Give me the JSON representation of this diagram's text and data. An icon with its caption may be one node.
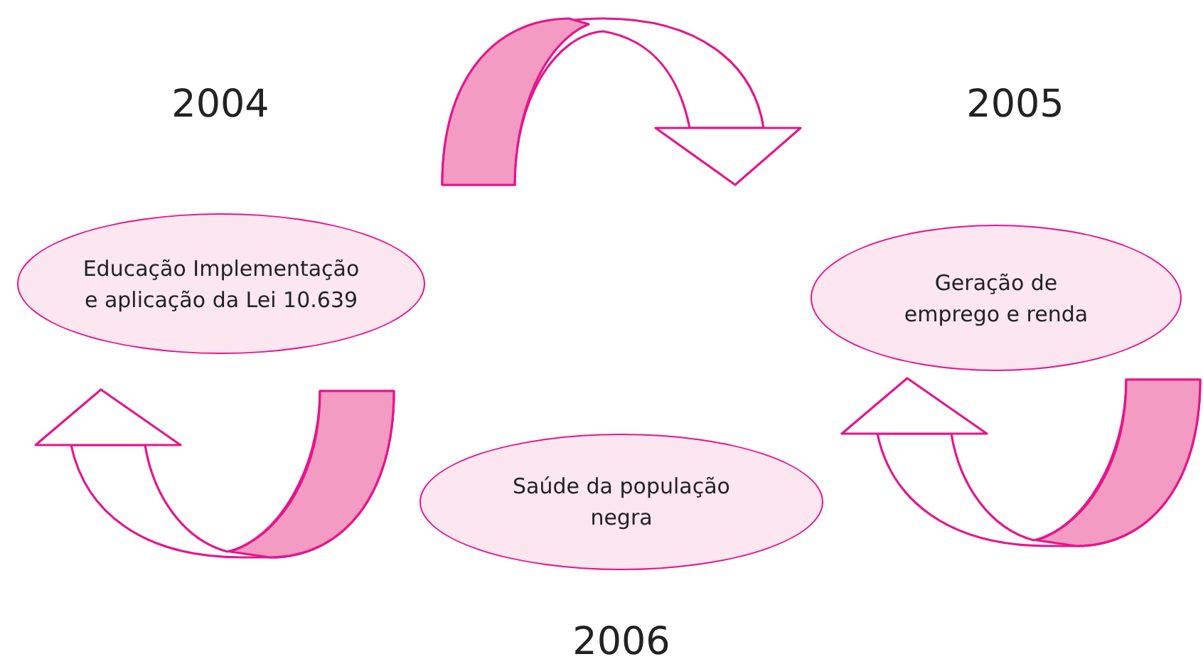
{
  "diagram": {
    "nodes": [
      {
        "text": [
          "Educação Implementação e aplicação da Lei 10.639"
        ],
        "beside": [
          "2004"
        ]
      },
      {
        "text": [
          "Geração de emprego e renda"
        ],
        "beside": [
          "2005"
        ]
      },
      {
        "text": [
          "Saúde da população negra"
        ],
        "beside": [
          "2006"
        ]
      }
    ],
    "edges": [
      {
        "from": 0,
        "to": 1,
        "arrow": "to"
      },
      {
        "from": 1,
        "to": 2,
        "arrow": "to"
      },
      {
        "from": 2,
        "to": 0,
        "arrow": "to"
      }
    ]
  }
}
